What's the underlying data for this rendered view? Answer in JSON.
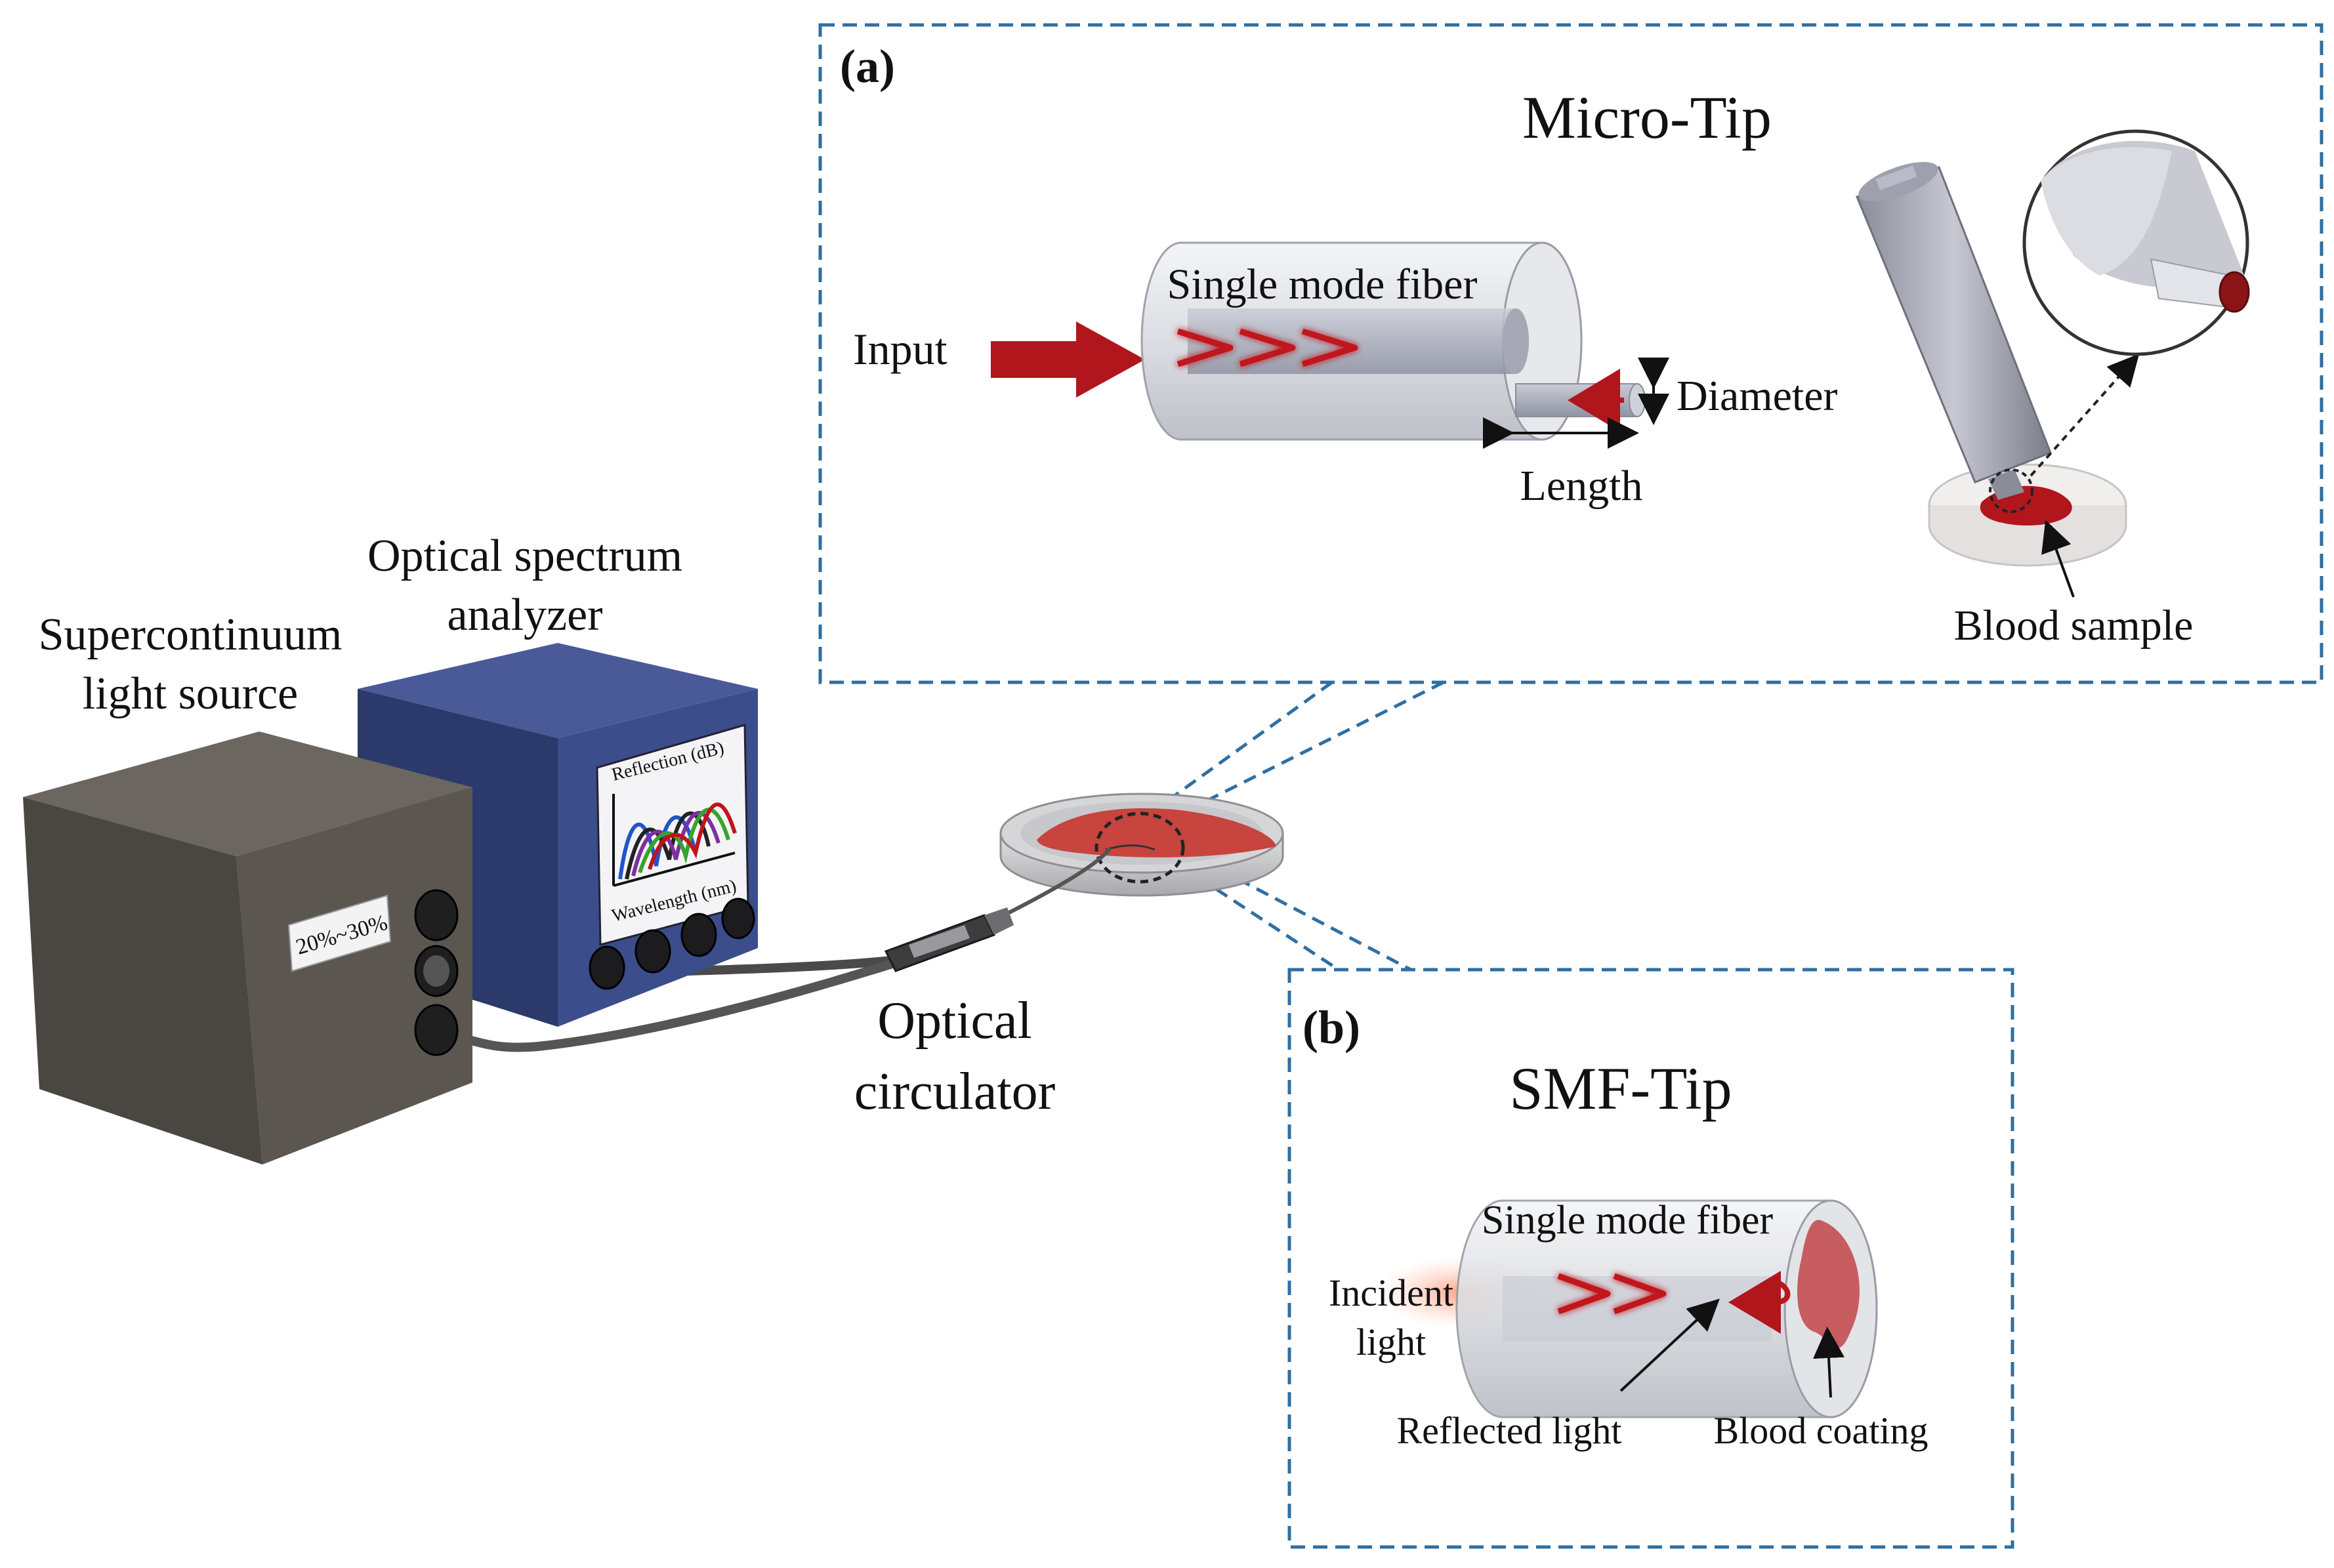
{
  "panel_a": {
    "tag": "(a)",
    "title": "Micro-Tip",
    "fiber_label": "Single mode fiber",
    "input_label": "Input",
    "diameter_label": "Diameter",
    "length_label": "Length",
    "sample_label": "Blood sample"
  },
  "panel_b": {
    "tag": "(b)",
    "title": "SMF-Tip",
    "fiber_label": "Single mode fiber",
    "incident_line1": "Incident",
    "incident_line2": "light",
    "reflected_label": "Reflected light",
    "coating_label": "Blood coating"
  },
  "setup": {
    "osa_line1": "Optical spectrum",
    "osa_line2": "analyzer",
    "source_line1": "Supercontinuum",
    "source_line2": "light source",
    "circulator_line1": "Optical",
    "circulator_line2": "circulator",
    "source_sticker": "20%~30%",
    "screen_ylabel": "Reflection (dB)",
    "screen_xlabel": "Wavelength (nm)"
  },
  "colors": {
    "blood": "#b0161c",
    "dash_frame": "#2e6fa3",
    "source_box": "#5b5650",
    "osa_box": "#3b4d8a"
  }
}
